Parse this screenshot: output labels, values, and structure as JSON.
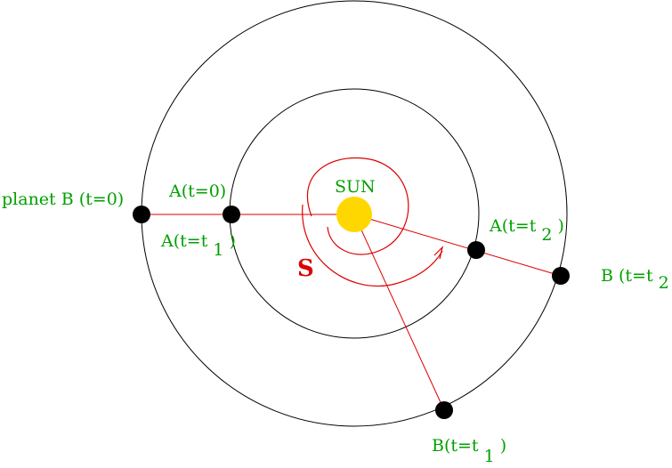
{
  "colors": {
    "orbit": "#000000",
    "planet": "#000000",
    "sun": "#ffd700",
    "line": "#dd0000",
    "spiral": "#dd0000",
    "label": "#00a000",
    "s_label": "#dd0000"
  },
  "labels": {
    "sun": "SUN",
    "s": "S",
    "planet_b_t0": "planet B (t=0)",
    "a_t0": "A(t=0)",
    "a_t1_main": "A(t=t",
    "a_t1_sub": "1",
    "a_t1_close": ")",
    "a_t2_main": "A(t=t",
    "a_t2_sub": "2",
    "a_t2_close": ")",
    "b_t2_main": "B (t=t",
    "b_t2_sub": "2",
    "b_t2_close": ")",
    "b_t1_main": "B(t=t",
    "b_t1_sub": "1",
    "b_t1_close": ")"
  }
}
